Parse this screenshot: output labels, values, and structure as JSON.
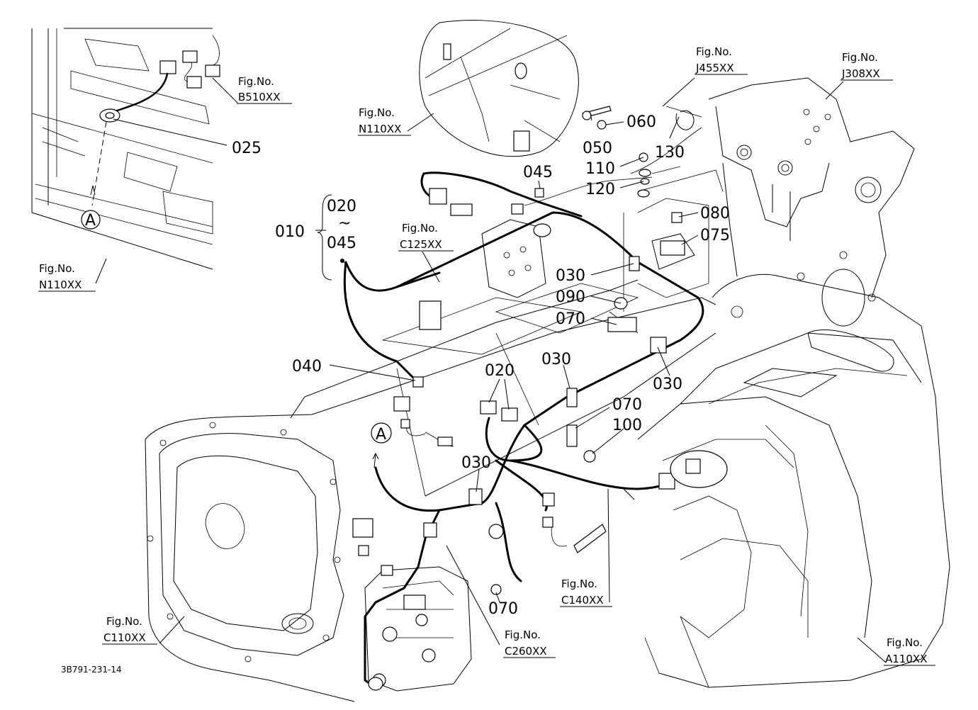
{
  "fig_refs": {
    "b510": {
      "line1": "Fig.No.",
      "line2": "B510XX"
    },
    "n110_top": {
      "line1": "Fig.No.",
      "line2": "N110XX"
    },
    "j455": {
      "line1": "Fig.No.",
      "line2": "J455XX"
    },
    "j308": {
      "line1": "Fig.No.",
      "line2": "J308XX"
    },
    "c125": {
      "line1": "Fig.No.",
      "line2": "C125XX"
    },
    "n110_left": {
      "line1": "Fig.No.",
      "line2": "N110XX"
    },
    "c140": {
      "line1": "Fig.No.",
      "line2": "C140XX"
    },
    "c110": {
      "line1": "Fig.No.",
      "line2": "C110XX"
    },
    "c260": {
      "line1": "Fig.No.",
      "line2": "C260XX"
    },
    "a110": {
      "line1": "Fig.No.",
      "line2": "A110XX"
    }
  },
  "parts": {
    "p025": "025",
    "p045": "045",
    "p060": "060",
    "p050": "050",
    "p130": "130",
    "p110": "110",
    "p120": "120",
    "p080": "080",
    "p075": "075",
    "p010": "010",
    "p020_bracket": "020",
    "tilde": "~",
    "p045_bracket": "045",
    "p030_a": "030",
    "p090": "090",
    "p070_a": "070",
    "p040": "040",
    "p030_b": "030",
    "p030_c": "030",
    "p020": "020",
    "p070_b": "070",
    "p100": "100",
    "p030_d": "030",
    "p070_c": "070"
  },
  "markers": {
    "a_top": "A",
    "a_main": "A"
  },
  "drawing_code": "3B791-231-14"
}
